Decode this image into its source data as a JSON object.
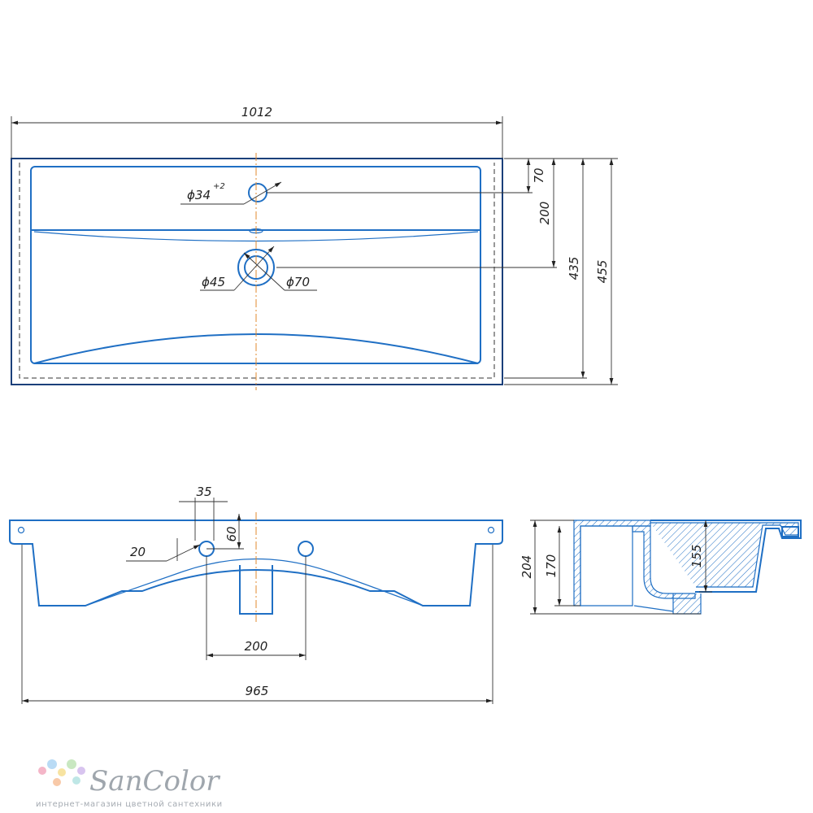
{
  "top_view": {
    "overall_width": "1012",
    "tap_hole_diameter": "ϕ34",
    "tap_hole_tolerance": "+2",
    "tap_hole_offset": "70",
    "drain_offset": "200",
    "bowl_depth": "435",
    "overall_depth": "455",
    "drain_inner_diameter": "ϕ45",
    "drain_outer_diameter": "ϕ70"
  },
  "front_view": {
    "overflow_spacing": "35",
    "overflow_height": "60",
    "overflow_diameter": "20",
    "hole_spacing": "200",
    "bottom_width": "965"
  },
  "side_view": {
    "total_height": "204",
    "body_height": "170",
    "bowl_height": "155"
  },
  "brand": {
    "name": "SanColor",
    "tagline": "интернет-магазин цветной сантехники",
    "dot_colors": [
      "#f4b6c8",
      "#b9dbf5",
      "#f7e3a1",
      "#c9e8c1",
      "#d8c4ef",
      "#f8c9a8",
      "#bfe7e6"
    ]
  }
}
